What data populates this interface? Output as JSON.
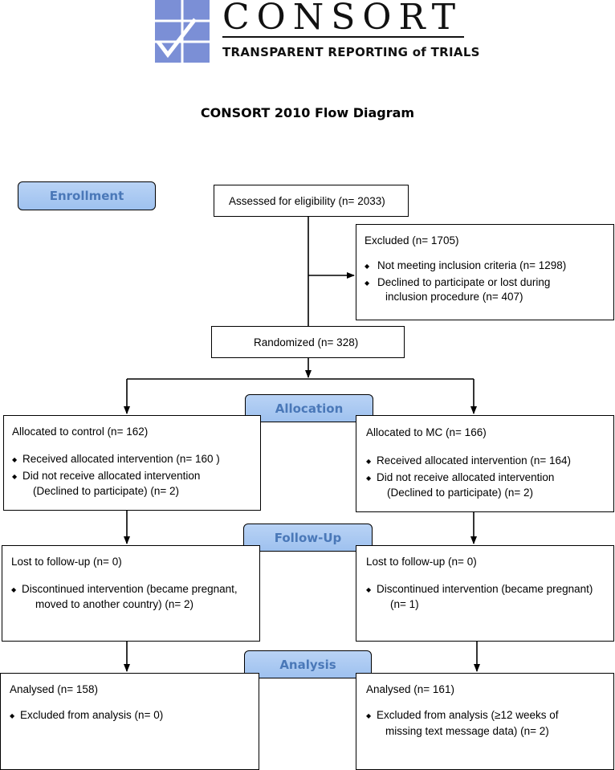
{
  "logo": {
    "name": "CONSORT",
    "tagline": "TRANSPARENT REPORTING of TRIALS"
  },
  "title": "CONSORT 2010 Flow Diagram",
  "stages": {
    "enrollment": "Enrollment",
    "allocation": "Allocation",
    "followup": "Follow-Up",
    "analysis": "Analysis"
  },
  "assessed": "Assessed for eligibility (n= 2033)",
  "excluded": {
    "title": "Excluded (n= 1705)",
    "item1": "Not meeting inclusion criteria (n= 1298)",
    "item2_line1": "Declined to participate or lost during",
    "item2_line2": "inclusion procedure (n= 407)"
  },
  "randomized": "Randomized (n= 328)",
  "control": {
    "allocated": "Allocated to control (n= 162)",
    "received": "Received allocated intervention (n= 160 )",
    "not_received_line1": "Did not receive allocated intervention",
    "not_received_line2": "(Declined to participate) (n= 2)",
    "lost": "Lost to follow-up (n= 0)",
    "discontinued_line1": "Discontinued intervention (became pregnant,",
    "discontinued_line2": "moved to another country) (n= 2)",
    "analysed": "Analysed (n= 158)",
    "excluded_analysis": "Excluded from analysis (n=  0)"
  },
  "mc": {
    "allocated": "Allocated to MC (n= 166)",
    "received": "Received allocated intervention (n= 164)",
    "not_received_line1": "Did not receive allocated intervention",
    "not_received_line2": "(Declined to participate) (n= 2)",
    "lost": "Lost to follow-up (n= 0)",
    "discontinued_line1": "Discontinued intervention (became pregnant)",
    "discontinued_line2": "(n= 1)",
    "analysed": "Analysed (n= 161)",
    "excluded_analysis_line1": "Excluded from analysis (≥12 weeks of",
    "excluded_analysis_line2": "missing text message data) (n=  2)"
  },
  "colors": {
    "stage_fill": "#a9c8f2",
    "stage_text": "#4a78b8",
    "logo_blue": "#7b8fd6"
  }
}
